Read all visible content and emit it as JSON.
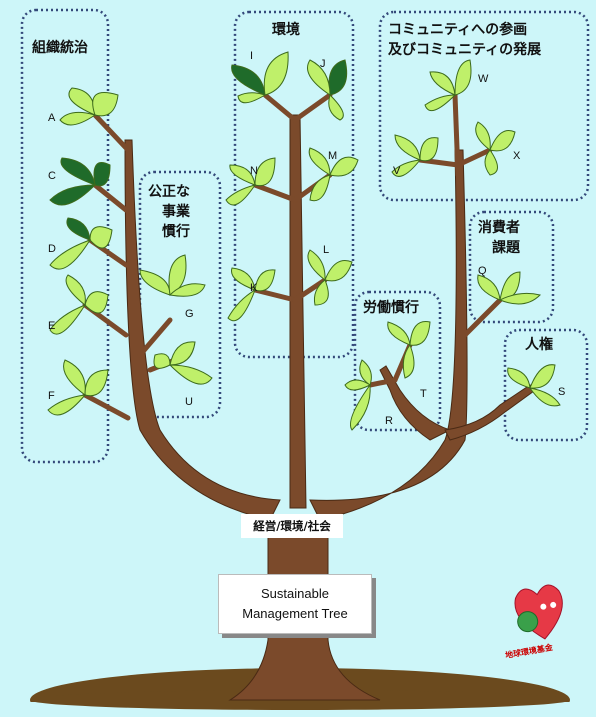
{
  "categories": {
    "governance": "組織統治",
    "environment": "環境",
    "community": "コミュニティへの参画\n及びコミュニティの発展",
    "fair_practice": "公正な\n事業\n慣行",
    "consumer": "消費者\n課題",
    "labour": "労働慣行",
    "human_rights": "人権"
  },
  "leaf_labels": {
    "A": "A",
    "B": "C",
    "D": "D",
    "E": "E",
    "F": "F",
    "G": "G",
    "U": "U",
    "I": "I",
    "J": "J",
    "N": "N",
    "M": "M",
    "L": "L",
    "K": "K",
    "W": "W",
    "V": "V",
    "X": "X",
    "Q": "Q",
    "S": "S",
    "R": "R",
    "T": "T"
  },
  "trunk_label": "経営/環境/社会",
  "title": {
    "line1": "Sustainable",
    "line2": "Management Tree"
  },
  "logo_text": "地球環境基金",
  "colors": {
    "background": "#cdf6f9",
    "bark": "#7b4a2b",
    "leaf_light": "#bff06a",
    "leaf_dark": "#1f6b2a",
    "box_border": "#34497a",
    "ground": "#6b4a1e"
  }
}
